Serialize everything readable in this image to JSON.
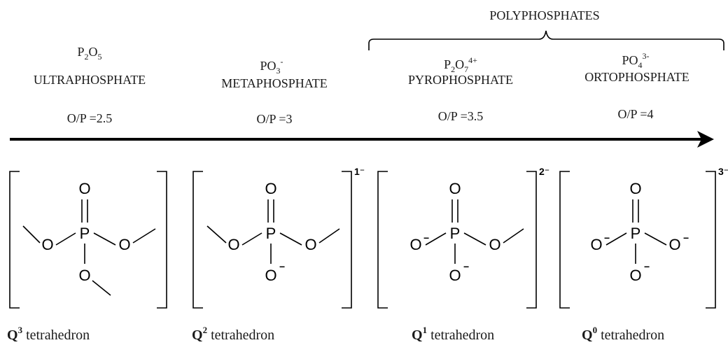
{
  "title": "POLYPHOSPHATES",
  "species": [
    {
      "formula": {
        "base1": "P",
        "sub1": "2",
        "base2": "O",
        "sub2": "5",
        "sup": ""
      },
      "name": "ULTRAPHOSPHATE",
      "ratio": "O/P =2.5",
      "charge": "",
      "q_base": "Q",
      "q_sup": "3",
      "q_text": " tetrahedron"
    },
    {
      "formula": {
        "base1": "PO",
        "sub1": "3",
        "base2": "",
        "sub2": "",
        "sup": "-"
      },
      "name": "METAPHOSPHATE",
      "ratio": "O/P =3",
      "charge": "1⁻",
      "q_base": "Q",
      "q_sup": "2",
      "q_text": " tetrahedron"
    },
    {
      "formula": {
        "base1": "P",
        "sub1": "2",
        "base2": "O",
        "sub2": "7",
        "sup": "4+"
      },
      "name": "PYROPHOSPHATE",
      "ratio": "O/P =3.5",
      "charge": "2⁻",
      "q_base": "Q",
      "q_sup": "1",
      "q_text": " tetrahedron"
    },
    {
      "formula": {
        "base1": "PO",
        "sub1": "4",
        "base2": "",
        "sub2": "",
        "sup": "3-"
      },
      "name": "ORTOPHOSPHATE",
      "ratio": "O/P =4",
      "charge": "3⁻",
      "q_base": "Q",
      "q_sup": "0",
      "q_text": " tetrahedron"
    }
  ],
  "atoms": {
    "phosphorus": "P",
    "oxygen": "O",
    "anion_charge": "−"
  }
}
